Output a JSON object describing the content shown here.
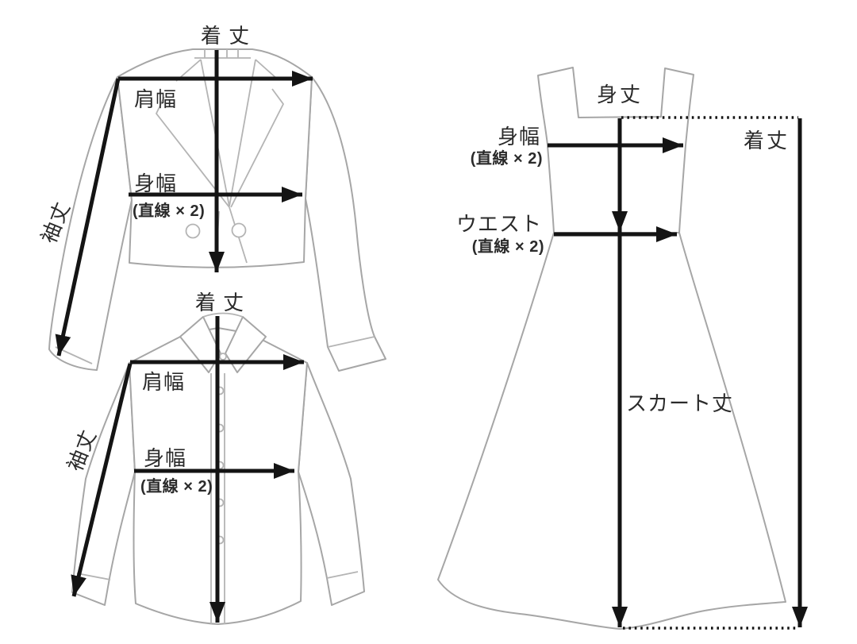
{
  "colors": {
    "background": "#ffffff",
    "outline": "#a6a6a6",
    "detail": "#b4b4b4",
    "arrow": "#141414",
    "text": "#2b2b2b"
  },
  "jacket": {
    "length_label": "着 丈",
    "shoulder_width_label": "肩幅",
    "body_width_label": "身幅",
    "body_width_note": "(直線 × 2)",
    "sleeve_length_label": "袖丈"
  },
  "shirt": {
    "length_label": "着 丈",
    "shoulder_width_label": "肩幅",
    "body_width_label": "身幅",
    "body_width_note": "(直線 × 2)",
    "sleeve_length_label": "袖丈"
  },
  "dress": {
    "body_length_label": "身丈",
    "body_width_label": "身幅",
    "body_width_note": "(直線 × 2)",
    "waist_label": "ウエスト",
    "waist_note": "(直線 × 2)",
    "total_length_label": "着丈",
    "skirt_length_label": "スカート丈"
  }
}
